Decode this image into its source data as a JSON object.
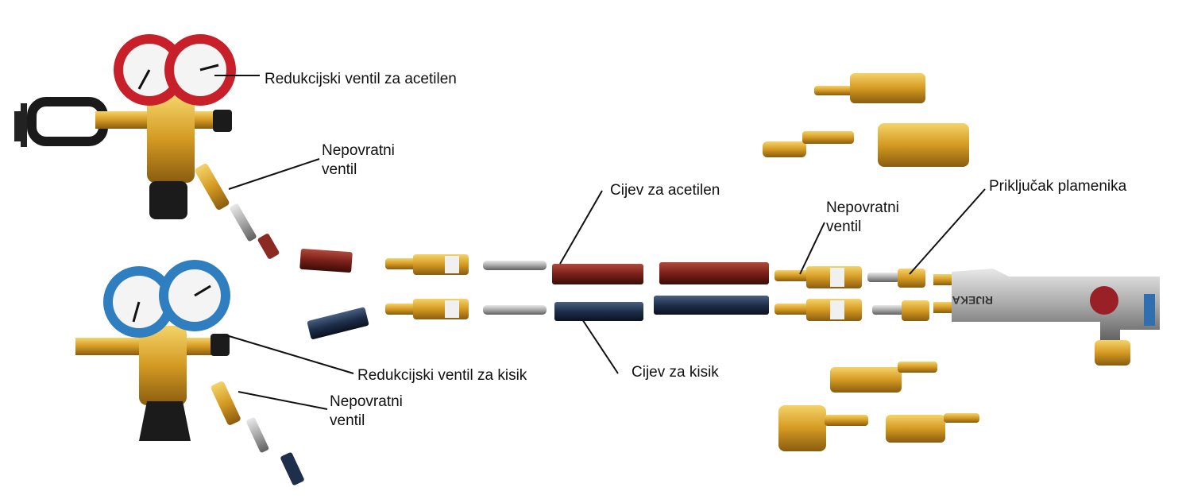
{
  "labels": {
    "acetylene_regulator": "Redukcijski ventil za acetilen",
    "check_valve_top": "Nepovratni ventil",
    "acetylene_hose": "Cijev za acetilen",
    "check_valve_right": "Nepovratni ventil",
    "torch_connector": "Priključak plamenika",
    "oxygen_regulator": "Redukcijski ventil za kisik",
    "oxygen_hose": "Cijev za kisik",
    "check_valve_bottom": "Nepovratni ventil"
  },
  "torch_logo": "RIJEKA",
  "colors": {
    "acetylene": "#8a2a22",
    "oxygen": "#1d2f4a",
    "brass": "#d4a233",
    "red_gauge": "#c8202a",
    "blue_gauge": "#2f7fc0"
  }
}
